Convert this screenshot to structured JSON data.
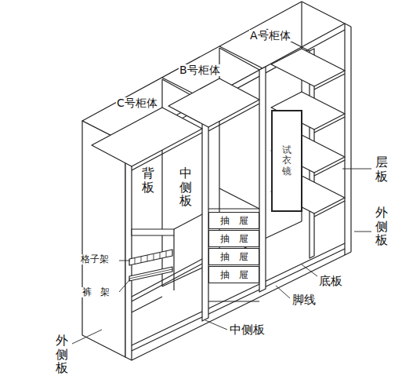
{
  "diagram": {
    "nodes": [
      {
        "text": [
          "抽屉"
        ]
      },
      {
        "text": [
          "抽屉"
        ]
      },
      {
        "text": [
          "抽屉"
        ]
      },
      {
        "text": [
          "抽屉"
        ]
      },
      {
        "text": [
          "试衣镜"
        ]
      }
    ],
    "labels": [
      "C号柜体",
      "B号柜体",
      "A号柜体",
      "背板",
      "中侧板",
      "层板",
      "外侧板",
      "格子架",
      "裤架",
      "底板",
      "脚线",
      "外侧板",
      "中侧板"
    ]
  }
}
